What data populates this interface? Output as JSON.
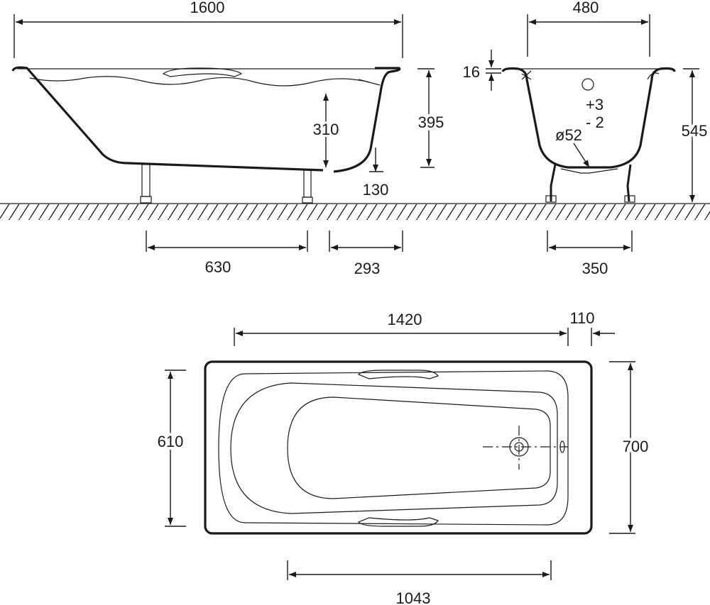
{
  "title": "Bathtub dimension drawing",
  "side_view": {
    "overall_length": "1600",
    "inner_depth": "310",
    "height_to_rim": "395",
    "leg_clearance": "130",
    "leg_spacing": "630",
    "leg_to_end": "293"
  },
  "front_view": {
    "overall_width": "480",
    "rim_thickness": "16",
    "overall_height": "545",
    "tolerance_plus": "+3",
    "tolerance_minus": "- 2",
    "drain_diameter": "ø52",
    "leg_spacing": "350"
  },
  "top_view": {
    "inner_length": "1420",
    "drain_offset": "110",
    "inner_width": "610",
    "overall_width": "700",
    "bottom_length": "1043"
  }
}
